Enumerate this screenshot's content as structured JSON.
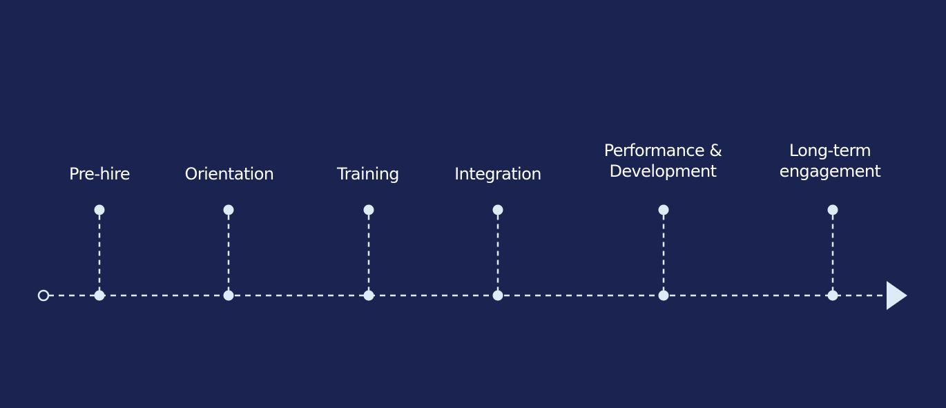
{
  "colors": {
    "background": "#1b2350",
    "line": "#dcebf5",
    "dot": "#dcebf5",
    "text": "#ffffff"
  },
  "stages": [
    {
      "label": "Pre-hire"
    },
    {
      "label": "Orientation"
    },
    {
      "label": "Training"
    },
    {
      "label": "Integration"
    },
    {
      "label": "Performance &\nDevelopment"
    },
    {
      "label": "Long-term\nengagement"
    }
  ]
}
